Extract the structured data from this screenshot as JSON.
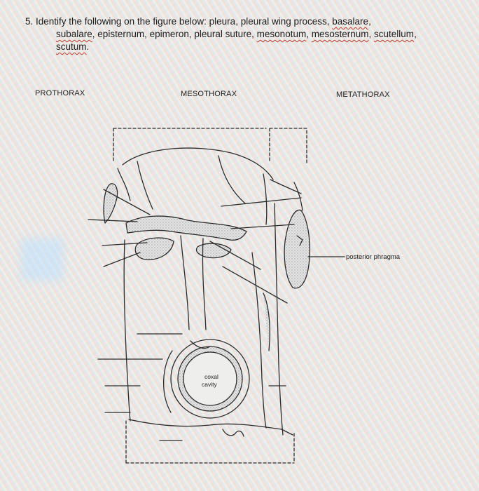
{
  "question": {
    "line1_prefix": "5. Identify the following on the figure below: pleura, pleural wing process, ",
    "line1_term": "basalare",
    "line1_suffix": ",",
    "line2_term1": "subalare",
    "line2_mid": ", episternum, epimeron, pleural suture, ",
    "line2_term2": "mesonotum",
    "line2_sep1": ", ",
    "line2_term3": "mesosternum",
    "line2_sep2": ", ",
    "line2_term4": "scutellum",
    "line2_end": ",",
    "line3_term": "scutum",
    "line3_end": "."
  },
  "regions": {
    "prothorax": "PROTHORAX",
    "mesothorax": "MESOTHORAX",
    "metathorax": "METATHORAX"
  },
  "labels": {
    "posterior_phragma": "posterior phragma",
    "coxal_cavity_1": "coxal",
    "coxal_cavity_2": "cavity"
  },
  "colors": {
    "line": "#2b2b2b",
    "stipple": "#c9c9c9"
  }
}
